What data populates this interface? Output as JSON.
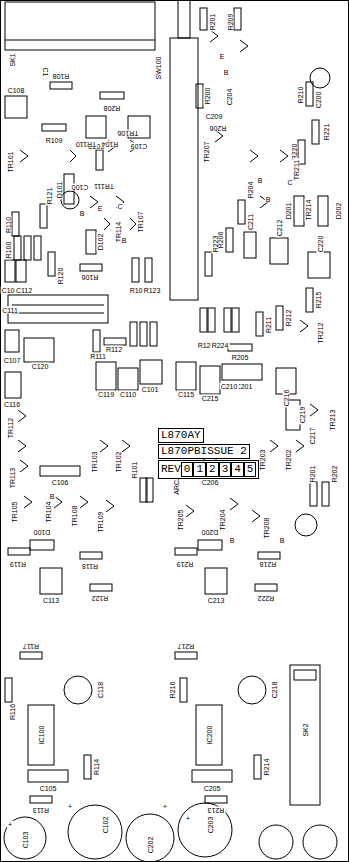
{
  "diagram": {
    "nodes": [
      {
        "text": [
          "L870AY"
        ]
      },
      {
        "text": [
          "L870PBISSUE 2"
        ]
      },
      {
        "text": [
          "REV"
        ]
      },
      {
        "text": [
          "0"
        ],
        "in": 2
      },
      {
        "text": [
          "1"
        ],
        "in": 2
      },
      {
        "text": [
          "2"
        ],
        "in": 2
      },
      {
        "text": [
          "3"
        ],
        "in": 2
      },
      {
        "text": [
          "4"
        ],
        "in": 2
      },
      {
        "text": [
          "5"
        ],
        "in": 2
      }
    ],
    "labels": [
      "SK1",
      "C1",
      "R108",
      "C108",
      "R208",
      "C208",
      "C109",
      "SW100",
      "R201",
      "R209",
      "R200",
      "C209",
      "C204",
      "R206",
      "C200",
      "R210",
      "R221",
      "R220",
      "TR207",
      "TR211",
      "TR214",
      "D201",
      "D202",
      "R204",
      "R206",
      "C211",
      "C212",
      "C220",
      "R223",
      "R215",
      "R212",
      "TR212",
      "R211",
      "R124",
      "R224",
      "R205",
      "R109",
      "TR110",
      "R104",
      "TR106",
      "TR101",
      "C100",
      "TR111",
      "D101",
      "R121",
      "R110",
      "TR107",
      "TR114",
      "D102",
      "R100",
      "C104",
      "C112",
      "R120",
      "R106",
      "R105",
      "R123",
      "C111",
      "R111",
      "R112",
      "C107",
      "C120",
      "C119",
      "C110",
      "C101",
      "C115",
      "C215",
      "C201",
      "C210",
      "C216",
      "C219",
      "C217",
      "TR213",
      "C116",
      "TR112",
      "TR113",
      "C106",
      "TR103",
      "TR102",
      "R101",
      "R102",
      "ARCAM",
      "C206",
      "TR203",
      "TR202",
      "R201",
      "R202",
      "TR105",
      "TR104",
      "TR108",
      "TR109",
      "TR205",
      "TR204",
      "TR208",
      "D100",
      "D200",
      "R119",
      "R118",
      "R219",
      "R218",
      "C113",
      "R122",
      "C213",
      "R222",
      "R117",
      "R116",
      "C118",
      "R217",
      "R216",
      "C218",
      "IC100",
      "IC200",
      "SK2",
      "C105",
      "C205",
      "R114",
      "R214",
      "R113",
      "R213",
      "C103",
      "C102",
      "C202",
      "C203",
      "B",
      "B",
      "B",
      "B",
      "B",
      "C",
      "E",
      "B",
      "B",
      "C",
      "E",
      "B",
      "+",
      "+",
      "+",
      "+"
    ]
  }
}
